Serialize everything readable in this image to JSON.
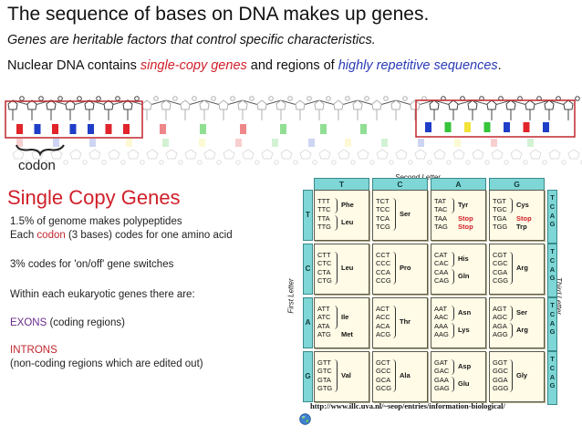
{
  "header": {
    "title": "The sequence of bases on DNA makes up genes.",
    "subtitle": "Genes are heritable factors that control specific characteristics.",
    "nuclear_prefix": "Nuclear DNA contains ",
    "nuclear_single": "single-copy genes",
    "nuclear_mid": " and regions of ",
    "nuclear_repetitive": "highly repetitive sequences",
    "nuclear_suffix": "."
  },
  "diagram": {
    "codon_label": "codon",
    "highlight_color": "#c0262e",
    "base_colors": {
      "red": "#e0242a",
      "blue": "#1f3ec8",
      "green": "#35c43a",
      "yellow": "#f2e23a"
    },
    "left_box_bases": [
      "red",
      "blue",
      "red",
      "blue",
      "blue",
      "red",
      "red"
    ],
    "middle_bases": [
      "red",
      "green",
      "red",
      "green",
      "green",
      "green"
    ],
    "right_box_bases": [
      "blue",
      "green",
      "yellow",
      "green",
      "blue",
      "red",
      "blue"
    ]
  },
  "single_copy": {
    "heading": "Single Copy Genes",
    "line1": "1.5% of genome makes polypeptides",
    "line2_prefix": "Each ",
    "line2_codon": "codon",
    "line2_suffix": " (3 bases) codes for one amino acid",
    "line3": "3% codes for 'on/off' gene switches",
    "line4": "Within each eukaryotic genes there are:",
    "exons_word": "EXONS",
    "exons_rest": " (coding regions)",
    "introns_word": "INTRONS",
    "introns_note": "(non-coding regions which are edited out)"
  },
  "codon_table": {
    "second_letter_label": "Second Letter",
    "first_letter_label": "First Letter",
    "third_letter_label": "Third Letter",
    "letters": [
      "T",
      "C",
      "A",
      "G"
    ],
    "cells": [
      [
        {
          "codons": [
            "TTT",
            "TTC",
            "TTA",
            "TTG"
          ],
          "aa": [
            {
              "name": "Phe",
              "span": [
                0,
                1
              ]
            },
            {
              "name": "Leu",
              "span": [
                2,
                3
              ]
            }
          ]
        },
        {
          "codons": [
            "TCT",
            "TCC",
            "TCA",
            "TCG"
          ],
          "aa": [
            {
              "name": "Ser",
              "span": [
                0,
                3
              ]
            }
          ]
        },
        {
          "codons": [
            "TAT",
            "TAC",
            "TAA",
            "TAG"
          ],
          "aa": [
            {
              "name": "Tyr",
              "span": [
                0,
                1
              ]
            },
            {
              "name": "Stop",
              "span": [
                2,
                2
              ],
              "stop": true
            },
            {
              "name": "Stop",
              "span": [
                3,
                3
              ],
              "stop": true
            }
          ]
        },
        {
          "codons": [
            "TGT",
            "TGC",
            "TGA",
            "TGG"
          ],
          "aa": [
            {
              "name": "Cys",
              "span": [
                0,
                1
              ]
            },
            {
              "name": "Stop",
              "span": [
                2,
                2
              ],
              "stop": true
            },
            {
              "name": "Trp",
              "span": [
                3,
                3
              ]
            }
          ]
        }
      ],
      [
        {
          "codons": [
            "CTT",
            "CTC",
            "CTA",
            "CTG"
          ],
          "aa": [
            {
              "name": "Leu",
              "span": [
                0,
                3
              ]
            }
          ]
        },
        {
          "codons": [
            "CCT",
            "CCC",
            "CCA",
            "CCG"
          ],
          "aa": [
            {
              "name": "Pro",
              "span": [
                0,
                3
              ]
            }
          ]
        },
        {
          "codons": [
            "CAT",
            "CAC",
            "CAA",
            "CAG"
          ],
          "aa": [
            {
              "name": "His",
              "span": [
                0,
                1
              ]
            },
            {
              "name": "Gln",
              "span": [
                2,
                3
              ]
            }
          ]
        },
        {
          "codons": [
            "CGT",
            "CGC",
            "CGA",
            "CGG"
          ],
          "aa": [
            {
              "name": "Arg",
              "span": [
                0,
                3
              ]
            }
          ]
        }
      ],
      [
        {
          "codons": [
            "ATT",
            "ATC",
            "ATA",
            "ATG"
          ],
          "aa": [
            {
              "name": "Ile",
              "span": [
                0,
                2
              ]
            },
            {
              "name": "Met",
              "span": [
                3,
                3
              ]
            }
          ]
        },
        {
          "codons": [
            "ACT",
            "ACC",
            "ACA",
            "ACG"
          ],
          "aa": [
            {
              "name": "Thr",
              "span": [
                0,
                3
              ]
            }
          ]
        },
        {
          "codons": [
            "AAT",
            "AAC",
            "AAA",
            "AAG"
          ],
          "aa": [
            {
              "name": "Asn",
              "span": [
                0,
                1
              ]
            },
            {
              "name": "Lys",
              "span": [
                2,
                3
              ]
            }
          ]
        },
        {
          "codons": [
            "AGT",
            "AGC",
            "AGA",
            "AGG"
          ],
          "aa": [
            {
              "name": "Ser",
              "span": [
                0,
                1
              ]
            },
            {
              "name": "Arg",
              "span": [
                2,
                3
              ]
            }
          ]
        }
      ],
      [
        {
          "codons": [
            "GTT",
            "GTC",
            "GTA",
            "GTG"
          ],
          "aa": [
            {
              "name": "Val",
              "span": [
                0,
                3
              ]
            }
          ]
        },
        {
          "codons": [
            "GCT",
            "GCC",
            "GCA",
            "GCG"
          ],
          "aa": [
            {
              "name": "Ala",
              "span": [
                0,
                3
              ]
            }
          ]
        },
        {
          "codons": [
            "GAT",
            "GAC",
            "GAA",
            "GAG"
          ],
          "aa": [
            {
              "name": "Asp",
              "span": [
                0,
                1
              ]
            },
            {
              "name": "Glu",
              "span": [
                2,
                3
              ]
            }
          ]
        },
        {
          "codons": [
            "GGT",
            "GGC",
            "GGA",
            "GGG"
          ],
          "aa": [
            {
              "name": "Gly",
              "span": [
                0,
                3
              ]
            }
          ]
        }
      ]
    ],
    "source_url": "http://www.illc.uva.nl/~seop/entries/information-biological/"
  }
}
